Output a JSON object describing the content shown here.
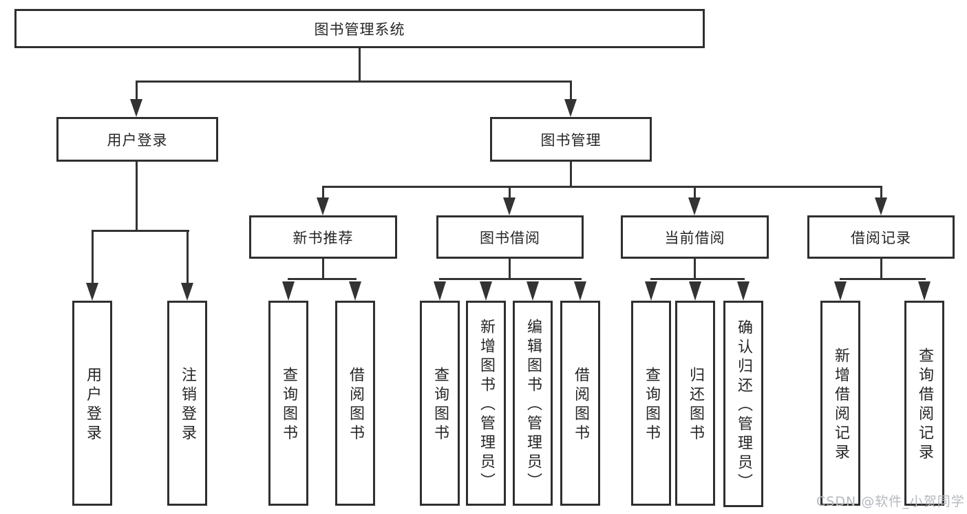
{
  "diagram": {
    "title": "图书管理系统",
    "level2": [
      {
        "label": "用户登录"
      },
      {
        "label": "图书管理"
      }
    ],
    "level3": [
      {
        "label": "新书推荐"
      },
      {
        "label": "图书借阅"
      },
      {
        "label": "当前借阅"
      },
      {
        "label": "借阅记录"
      }
    ],
    "leaves": [
      {
        "label": "用户登录"
      },
      {
        "label": "注销登录"
      },
      {
        "label": "查询图书"
      },
      {
        "label": "借阅图书"
      },
      {
        "label": "查询图书"
      },
      {
        "label": "新增图书（管理员）"
      },
      {
        "label": "编辑图书（管理员）"
      },
      {
        "label": "借阅图书"
      },
      {
        "label": "查询图书"
      },
      {
        "label": "归还图书"
      },
      {
        "label": "确认归还（管理员）"
      },
      {
        "label": "新增借阅记录"
      },
      {
        "label": "查询借阅记录"
      }
    ],
    "watermark": "CSDN @软件_小贺同学",
    "colors": {
      "line": "#333333",
      "border": "#2f2f2f",
      "text": "#262626",
      "watermark": "#b4b8bf",
      "background": "#ffffff"
    }
  }
}
